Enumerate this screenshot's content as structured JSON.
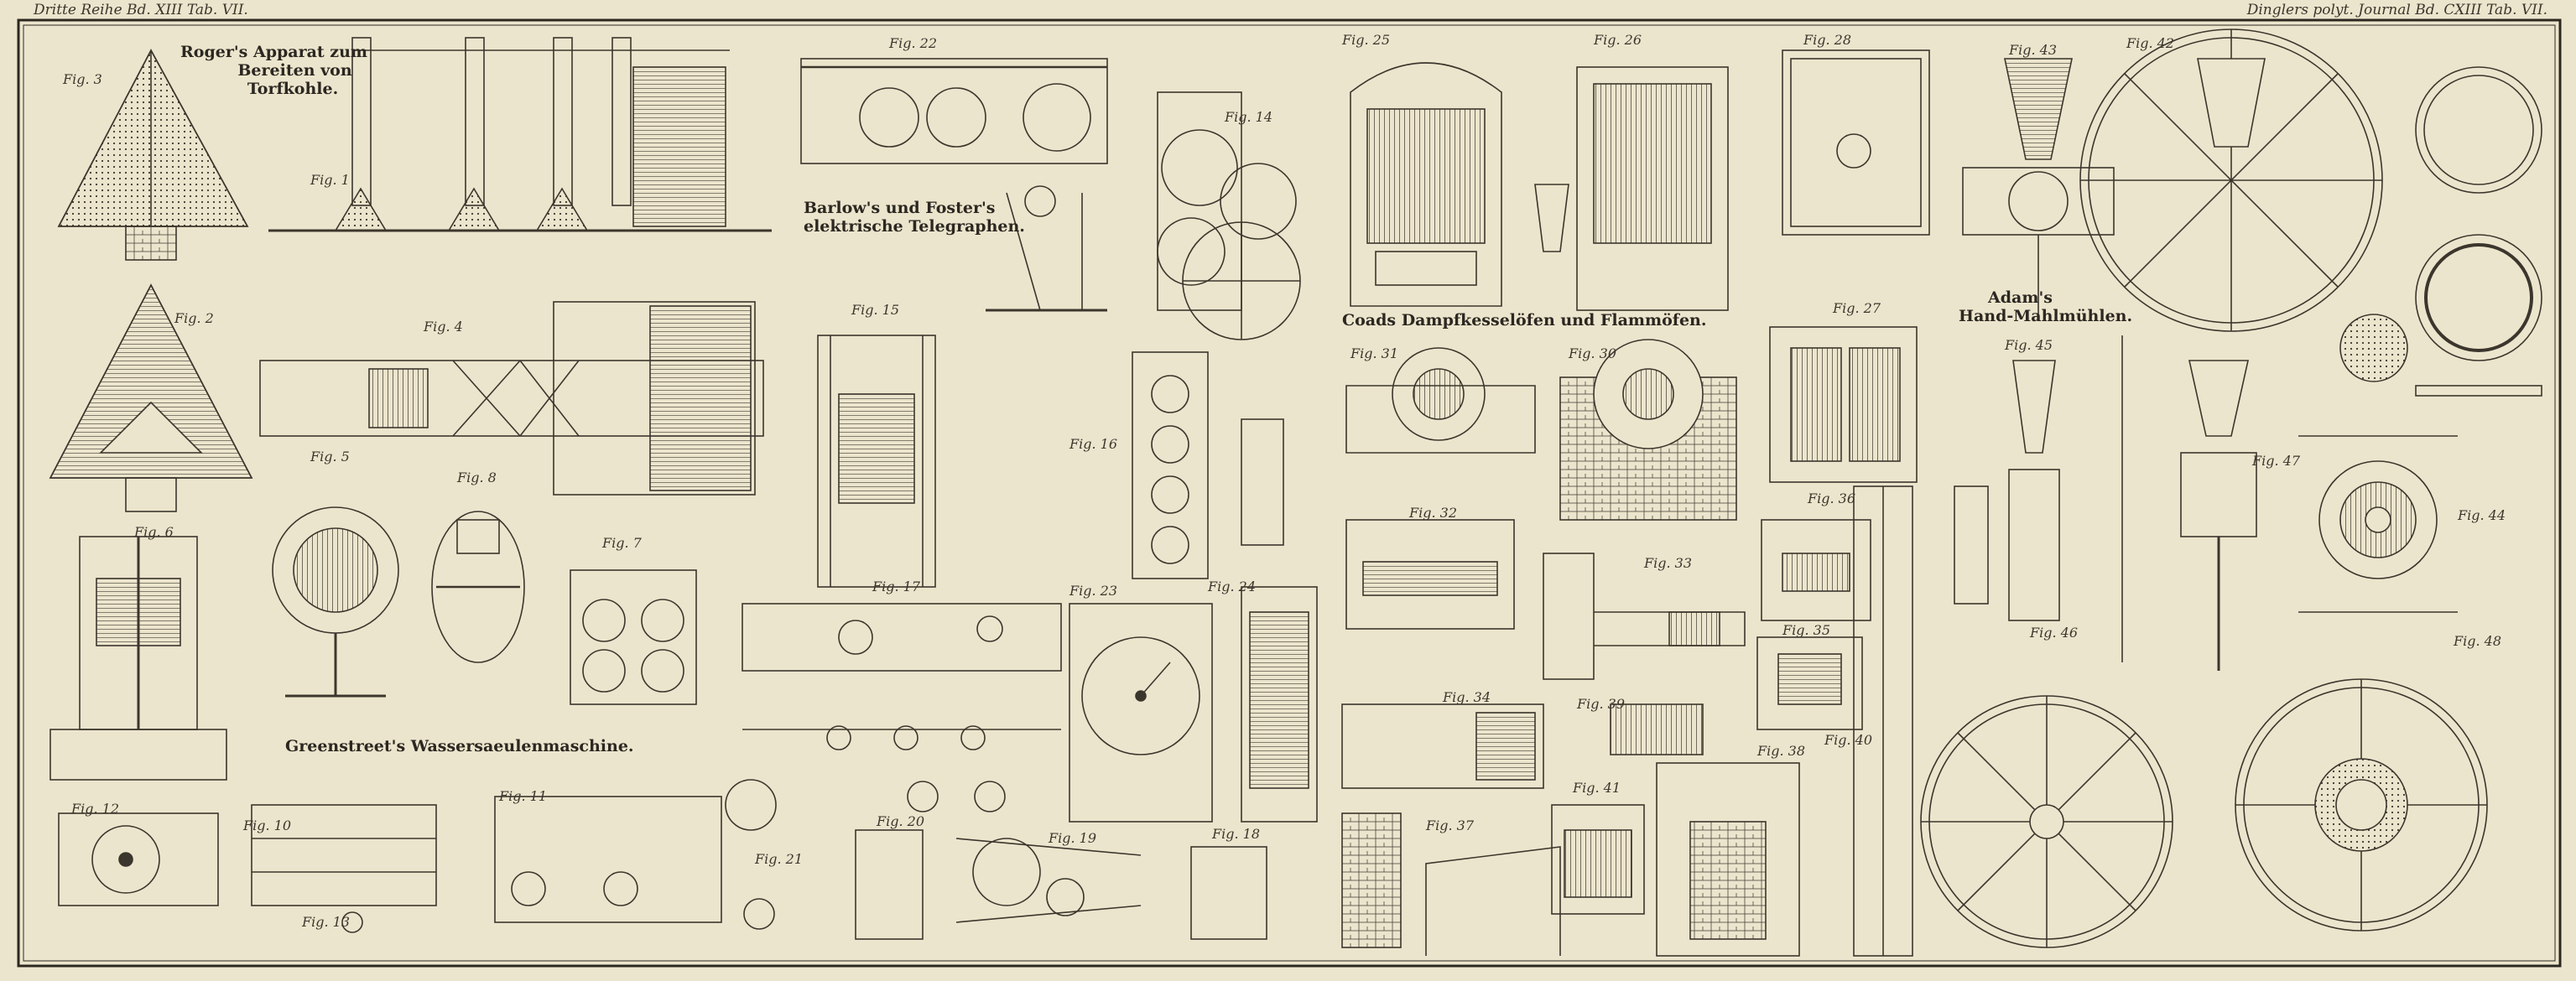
{
  "header": {
    "left": "Dritte Reihe Bd. XIII  Tab. VII.",
    "right": "Dinglers polyt. Journal Bd. CXIII  Tab. VII."
  },
  "captions": {
    "roger_line1": "Roger's Apparat zum",
    "roger_line2": "Bereiten von",
    "roger_line3": "Torfkohle.",
    "barlow_line1": "Barlow's und Foster's",
    "barlow_line2": "elektrische Telegraphen.",
    "coad": "Coads Dampfkesselöfen und Flammöfen.",
    "adam_line1": "Adam's",
    "adam_line2": "Hand-Mahlmühlen.",
    "greenstreet": "Greenstreet's Wassersaeulenmaschine."
  },
  "figures": [
    "Fig. 1",
    "Fig. 2",
    "Fig. 3",
    "Fig. 4",
    "Fig. 5",
    "Fig. 6",
    "Fig. 7",
    "Fig. 8",
    "Fig. 10",
    "Fig. 11",
    "Fig. 12",
    "Fig. 13",
    "Fig. 14",
    "Fig. 15",
    "Fig. 16",
    "Fig. 17",
    "Fig. 18",
    "Fig. 19",
    "Fig. 20",
    "Fig. 21",
    "Fig. 22",
    "Fig. 23",
    "Fig. 24",
    "Fig. 25",
    "Fig. 26",
    "Fig. 27",
    "Fig. 28",
    "Fig. 30",
    "Fig. 31",
    "Fig. 32",
    "Fig. 33",
    "Fig. 34",
    "Fig. 35",
    "Fig. 36",
    "Fig. 37",
    "Fig. 38",
    "Fig. 39",
    "Fig. 40",
    "Fig. 41",
    "Fig. 42",
    "Fig. 43",
    "Fig. 44",
    "Fig. 45",
    "Fig. 46",
    "Fig. 47",
    "Fig. 48"
  ]
}
